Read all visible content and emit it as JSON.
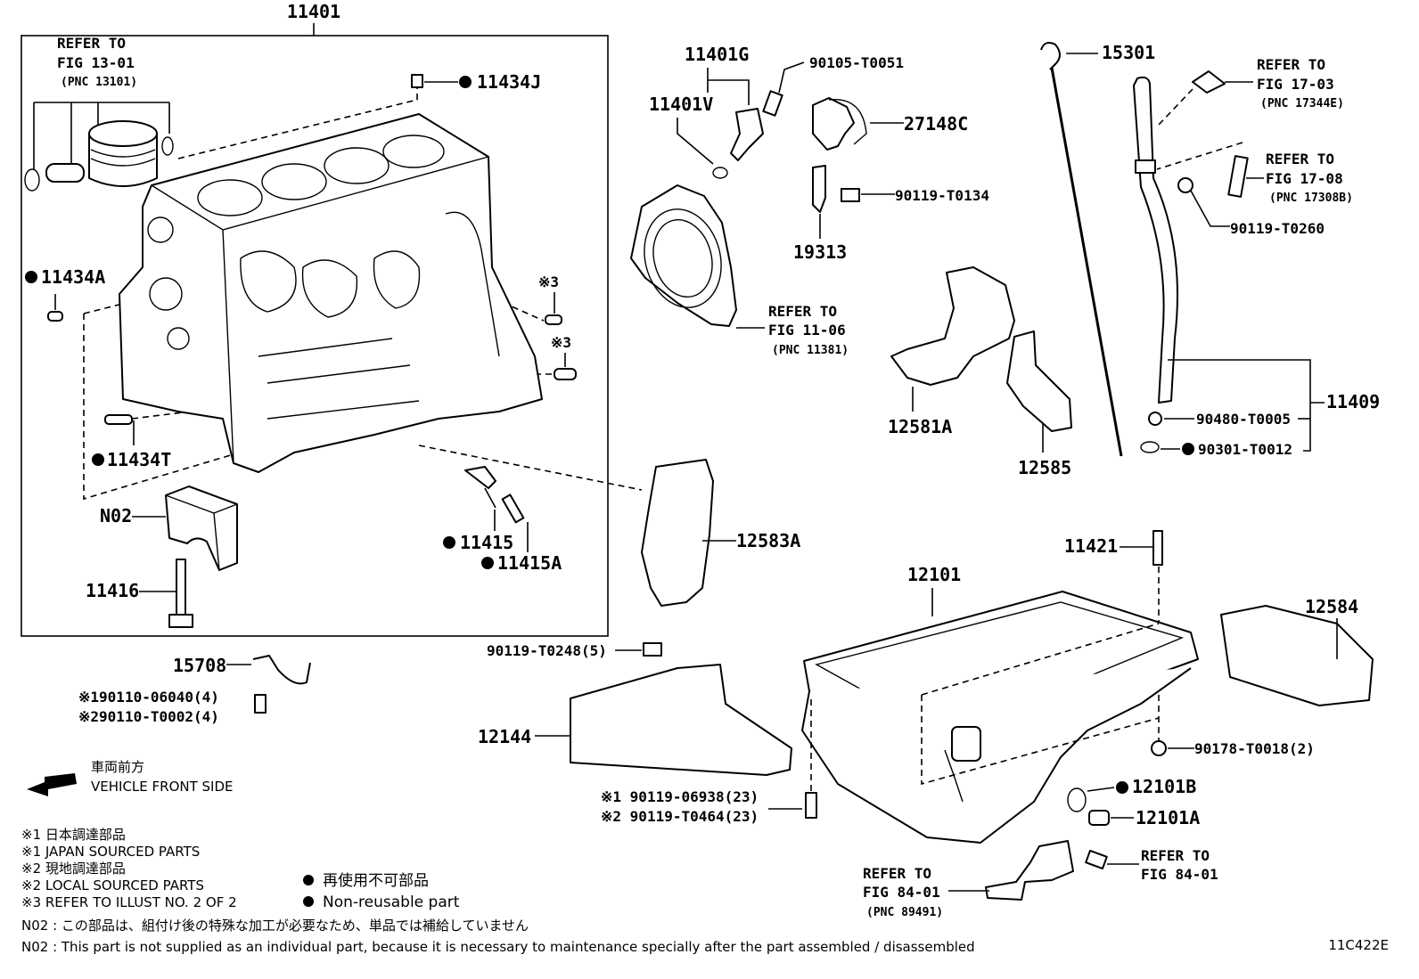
{
  "callouts": {
    "c11401": "11401",
    "refer_13_01_a": "REFER TO",
    "refer_13_01_b": "FIG 13-01",
    "refer_13_01_c": "(PNC 13101)",
    "c11434J": "11434J",
    "c11434A": "11434A",
    "c11434T": "11434T",
    "star3a": "※3",
    "star3b": "※3",
    "cN02": "N02",
    "c11416": "11416",
    "c11415": "11415",
    "c11415A": "11415A",
    "c11401G": "11401G",
    "c11401V": "11401V",
    "c90105": "90105-T0051",
    "c27148C": "27148C",
    "c90119_T0134": "90119-T0134",
    "c19313": "19313",
    "refer_11_06_a": "REFER TO",
    "refer_11_06_b": "FIG 11-06",
    "refer_11_06_c": "(PNC 11381)",
    "c12581A": "12581A",
    "c12585": "12585",
    "c15301": "15301",
    "refer_17_03_a": "REFER TO",
    "refer_17_03_b": "FIG 17-03",
    "refer_17_03_c": "(PNC 17344E)",
    "refer_17_08_a": "REFER TO",
    "refer_17_08_b": "FIG 17-08",
    "refer_17_08_c": "(PNC 17308B)",
    "c90119_T0260": "90119-T0260",
    "c11409": "11409",
    "c90480": "90480-T0005",
    "c90301": "90301-T0012",
    "c12583A": "12583A",
    "c11421": "11421",
    "c12101": "12101",
    "c12584": "12584",
    "c90119_T0248": "90119-T0248(5)",
    "c12144": "12144",
    "c15708": "15708",
    "c90110_a": "※190110-06040(4)",
    "c90110_b": "※290110-T0002(4)",
    "c90119_06938": "※1 90119-06938(23)",
    "c90119_T0464": "※2 90119-T0464(23)",
    "c90178": "90178-T0018(2)",
    "c12101B": "12101B",
    "c12101A": "12101A",
    "refer_84_01a_a": "REFER TO",
    "refer_84_01a_b": "FIG 84-01",
    "refer_84_01a_c": "(PNC 89491)",
    "refer_84_01b_a": "REFER TO",
    "refer_84_01b_b": "FIG 84-01"
  },
  "legend": {
    "front_jp": "車両前方",
    "front_en": "VEHICLE FRONT SIDE",
    "s1_jp": "※1  日本調達部品",
    "s1_en": "※1  JAPAN SOURCED PARTS",
    "s2_jp": "※2  現地調達部品",
    "s2_en": "※2  LOCAL SOURCED PARTS",
    "s3_en": "※3  REFER TO ILLUST NO. 2 OF 2",
    "nonreuse_jp": "再使用不可部品",
    "nonreuse_en": "Non-reusable part",
    "n02_jp": "N02 : この部品は、組付け後の特殊な加工が必要なため、単品では補給していません",
    "n02_en": "N02 : This part is not supplied as an individual part, because it is necessary to maintenance specially after the part assembled / disassembled"
  },
  "diagram_id": "11C422E"
}
